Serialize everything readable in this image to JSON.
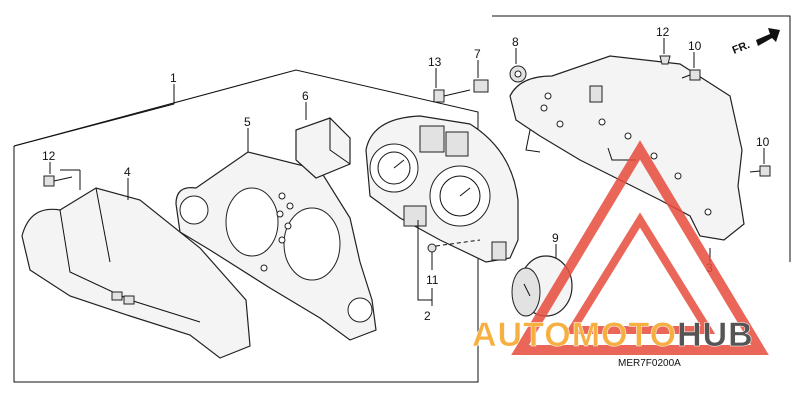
{
  "diagram": {
    "code": "MER7F0200A",
    "direction_label": "FR.",
    "callouts": {
      "c1": "1",
      "c2": "2",
      "c3": "3",
      "c4": "4",
      "c5": "5",
      "c6": "6",
      "c7": "7",
      "c8": "8",
      "c9": "9",
      "c10a": "10",
      "c10b": "10",
      "c11": "11",
      "c12a": "12",
      "c12b": "12",
      "c13": "13"
    }
  },
  "watermark": {
    "text_part1": "AUTOMOTO",
    "text_part2": "HUB",
    "color_part1": "#f5b041",
    "color_part2": "#555555",
    "logo_color": "#e74c3c",
    "logo_icon": "triangle-logo-icon"
  }
}
